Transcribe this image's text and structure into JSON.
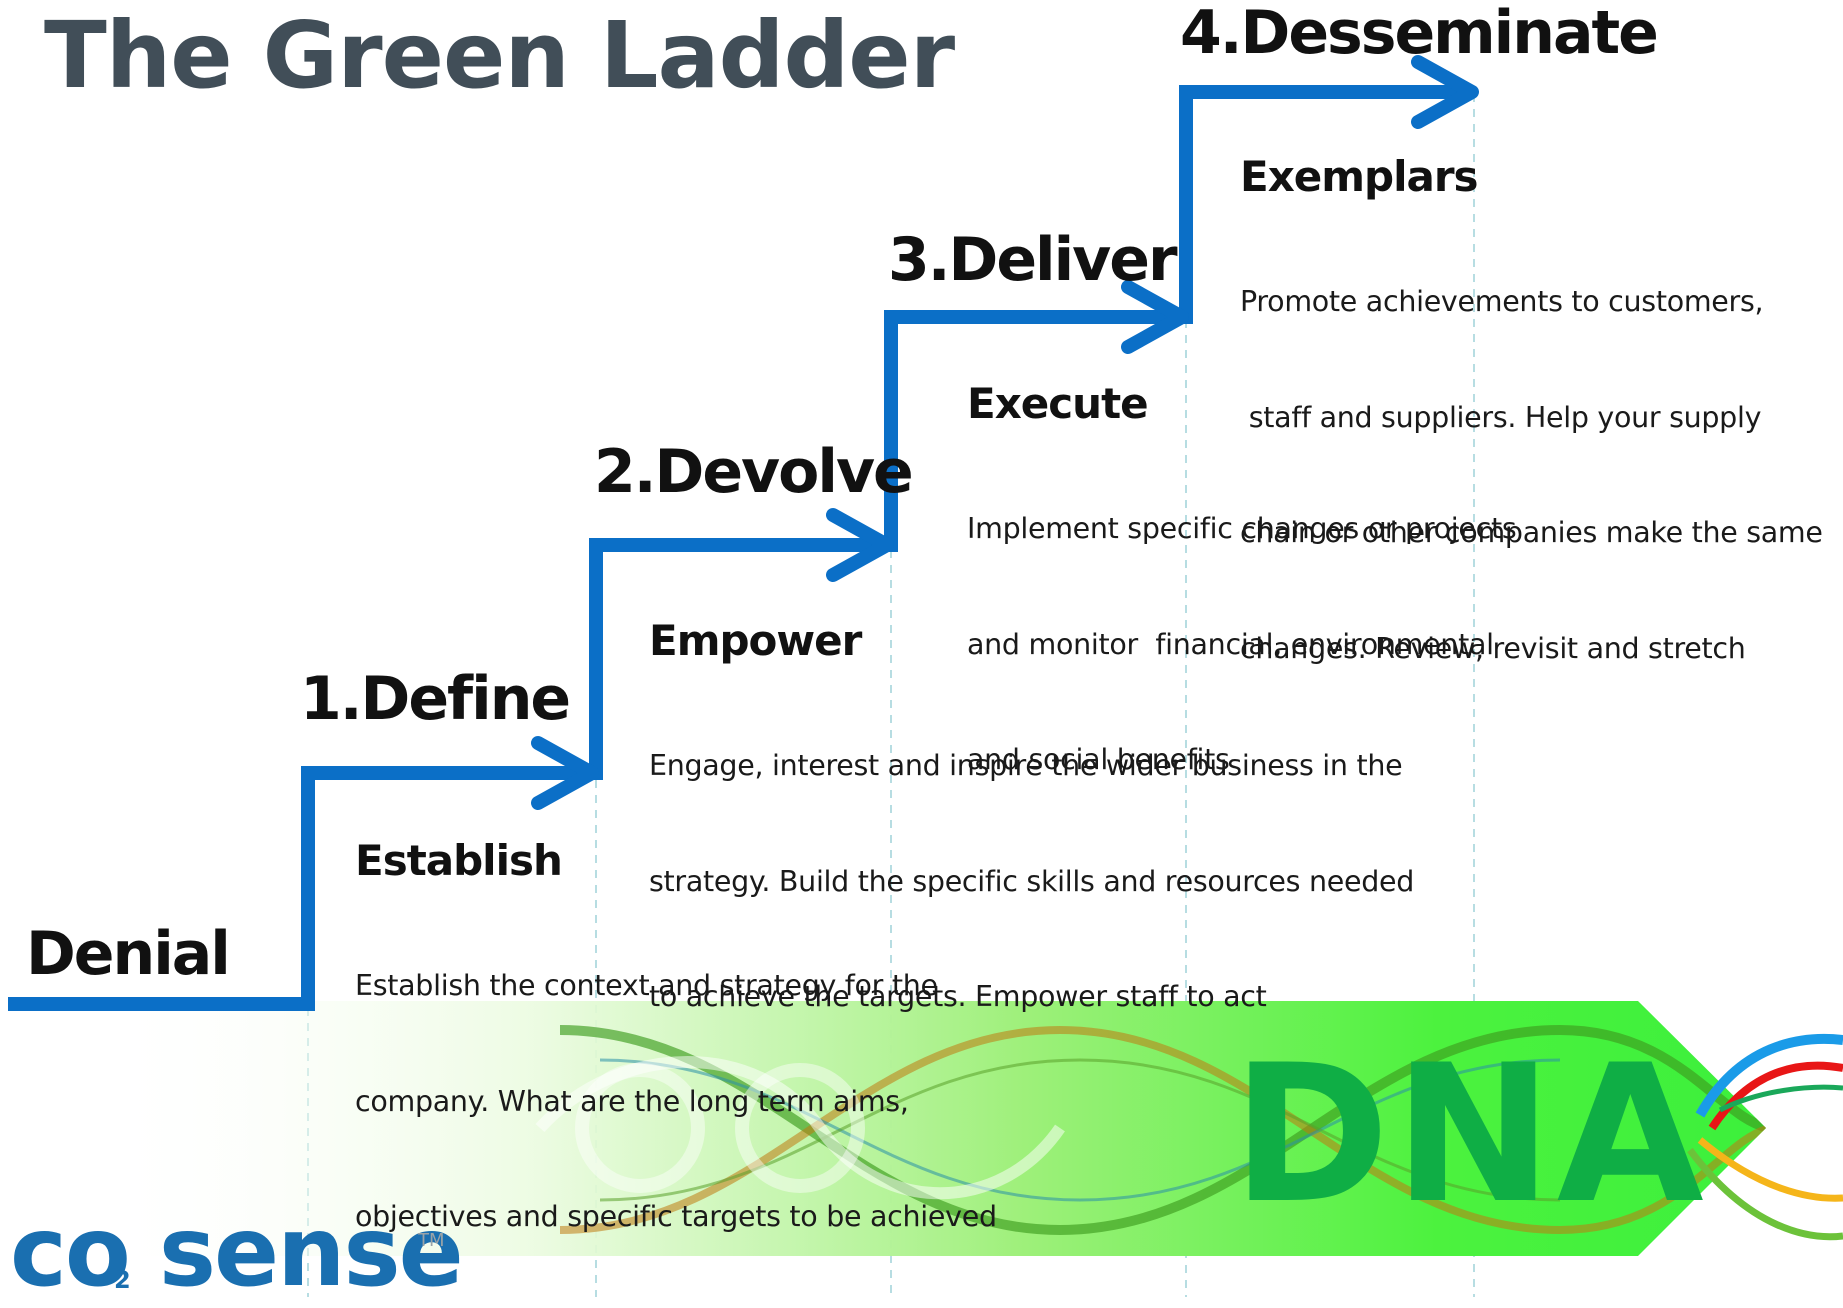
{
  "title": "The Green Ladder",
  "start_label": "Denial",
  "steps": [
    {
      "stage": "1.Define",
      "heading": "Establish",
      "lines": [
        "Establish the context and strategy for the",
        "company. What are the long term aims,",
        "objectives and specific targets to be achieved"
      ]
    },
    {
      "stage": "2.Devolve",
      "heading": "Empower",
      "lines": [
        "Engage, interest and inspire the wider business in the",
        "strategy. Build the specific skills and resources needed",
        "to achieve the targets. Empower staff to act"
      ]
    },
    {
      "stage": "3.Deliver",
      "heading": "Execute",
      "lines": [
        "Implement specific changes or projects",
        "and monitor  financial, environmental",
        "and social benefits"
      ]
    },
    {
      "stage": "4.Desseminate",
      "heading": "Exemplars",
      "lines": [
        "Promote achievements to customers,",
        " staff and suppliers. Help your supply",
        "chain or other companies make the same",
        "changes. Review, revisit and stretch"
      ]
    }
  ],
  "banner": {
    "label": "DNA"
  },
  "logo": {
    "text_a": "co",
    "subscript": "2",
    "text_b": "sense",
    "trademark": "TM"
  },
  "colors": {
    "ladder_blue": "#0b6fc7",
    "banner_green": "#3cf03c",
    "dna_text_green": "#0fae45",
    "title_gray": "#414e58",
    "logo_blue": "#1a6fb0"
  }
}
